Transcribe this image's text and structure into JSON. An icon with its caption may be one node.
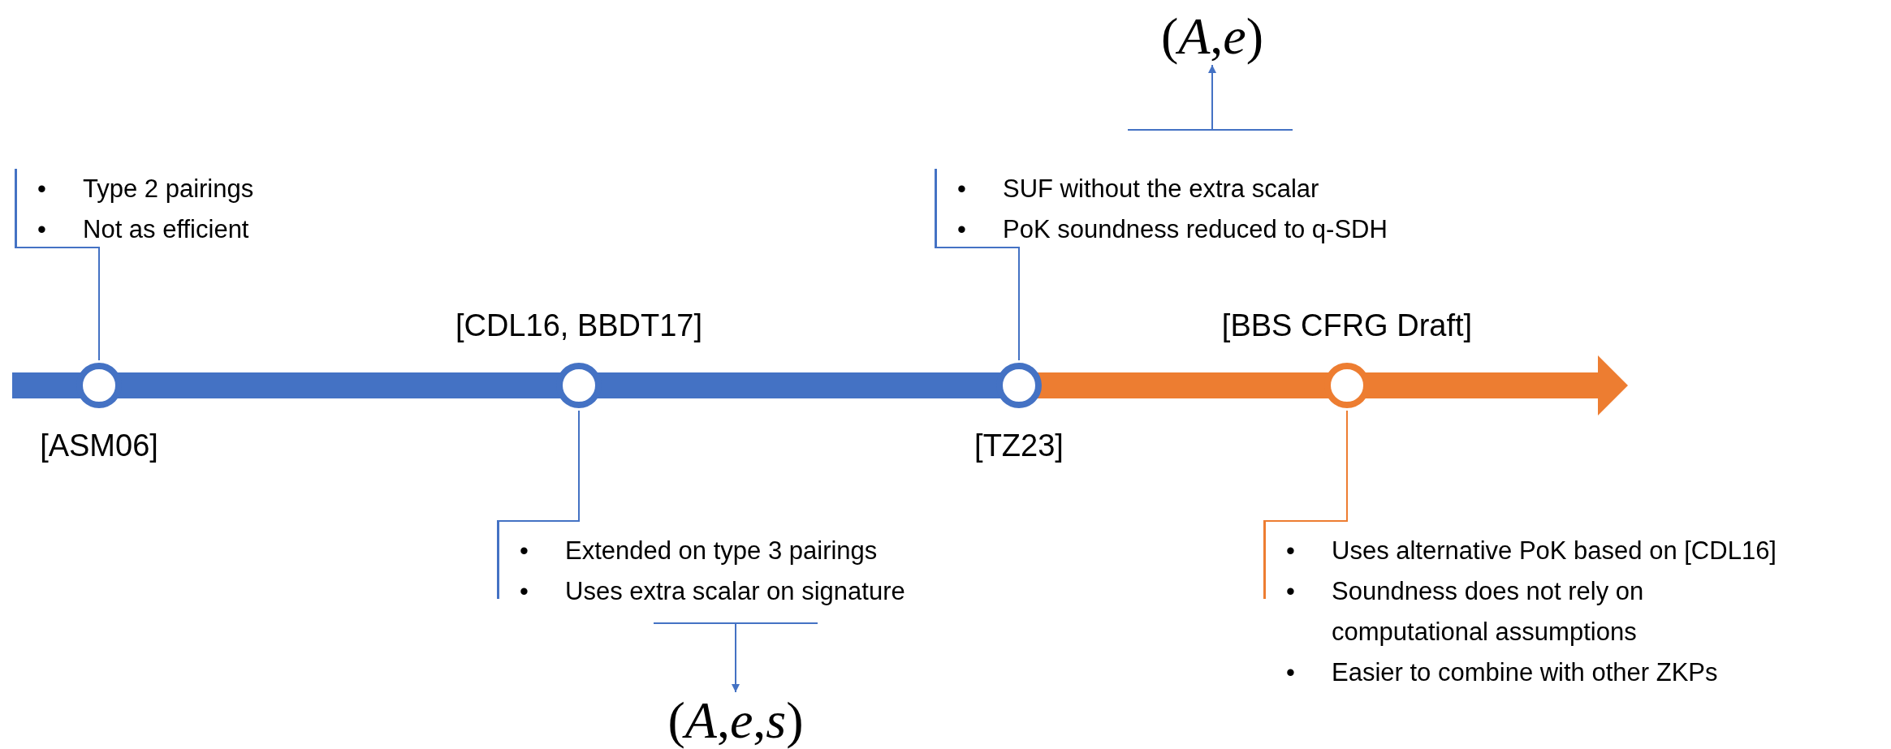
{
  "diagram": {
    "nodes": [
      {
        "text": [
          "[ASM06]"
        ]
      },
      {
        "text": [
          "•\tType 2 pairings",
          "•\tNot as efficient"
        ]
      },
      {
        "text": [
          "[CDL16, BBDT17]"
        ]
      },
      {
        "text": [
          "•\tExtended on type 3 pairings",
          "•\tUses extra scalar on signature"
        ]
      },
      {
        "text": [
          "(*A*,*e*,*s*)"
        ]
      },
      {
        "text": [
          "[TZ23]"
        ]
      },
      {
        "text": [
          "•\tSUF without the extra scalar",
          "•\tPoK soundness reduced to q-SDH"
        ]
      },
      {
        "text": [
          "(*A*,*e*)"
        ]
      },
      {
        "text": [
          "[BBS CFRG Draft]"
        ]
      },
      {
        "text": [
          "•\tUses alternative PoK based on [CDL16]",
          "•\tSoundness does not rely on computational assumptions",
          "•\tEasier to combine with other ZKPs"
        ]
      }
    ],
    "edges": [
      {
        "from": 0,
        "to": 1,
        "arrow": "none"
      },
      {
        "from": 2,
        "to": 3,
        "arrow": "none"
      },
      {
        "from": 3,
        "to": 4,
        "arrow": "to"
      },
      {
        "from": 5,
        "to": 6,
        "arrow": "none"
      },
      {
        "from": 6,
        "to": 7,
        "arrow": "to"
      },
      {
        "from": 8,
        "to": 9,
        "arrow": "none",
        "color": "#ed7d31"
      }
    ]
  }
}
